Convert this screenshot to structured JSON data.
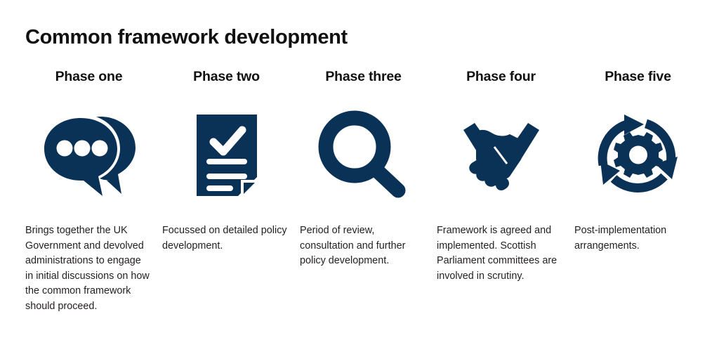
{
  "title": "Common framework development",
  "theme": {
    "icon_color": "#0a3257",
    "background": "#ffffff",
    "title_color": "#111111",
    "body_text_color": "#231f20"
  },
  "phases": [
    {
      "heading": "Phase one",
      "icon": "speech-bubbles-icon",
      "body": "Brings together the UK Government and devolved administrations to engage in initial discussions on how the common framework should proceed."
    },
    {
      "heading": "Phase two",
      "icon": "document-check-icon",
      "body": "Focussed on detailed policy development."
    },
    {
      "heading": "Phase three",
      "icon": "magnifying-glass-icon",
      "body": "Period of review, consultation and further policy development."
    },
    {
      "heading": "Phase four",
      "icon": "handshake-icon",
      "body": "Framework is agreed and implemented. Scottish Parliament committees are involved in scrutiny."
    },
    {
      "heading": "Phase five",
      "icon": "gear-cycle-icon",
      "body": "Post-implementation arrangements."
    }
  ]
}
